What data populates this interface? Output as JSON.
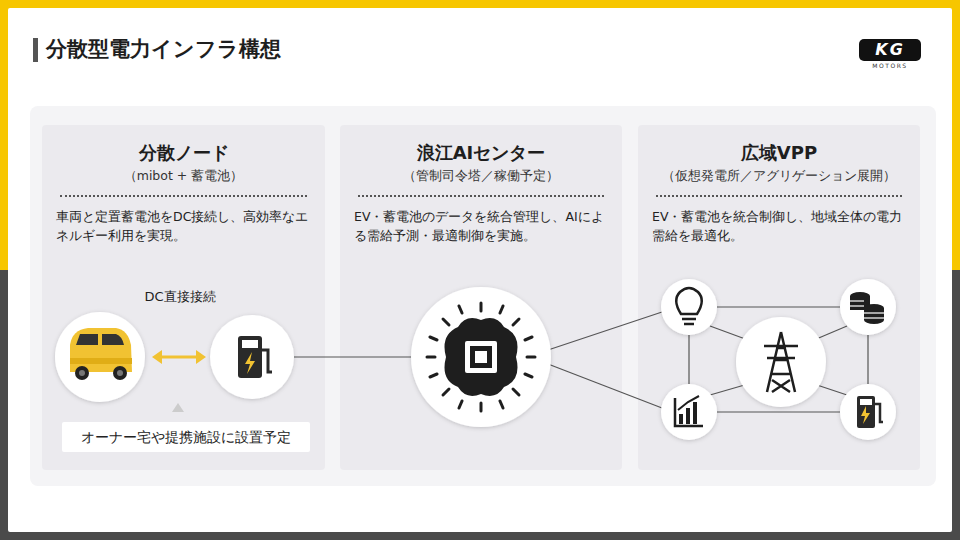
{
  "diagram": {
    "title": "分散型電力インフラ構想",
    "nodes": [
      {
        "text": [
          "分散ノード",
          "（mibot + 蓄電池）",
          "車両と定置蓄電池をDC接続し、高効率なエネルギー利用を実現。"
        ]
      },
      {
        "text": [
          "オーナー宅や提携施設に設置予定"
        ],
        "in": 0
      },
      {
        "text": [
          "浪江AIセンター",
          "（管制司令塔／稼働予定）",
          "EV・蓄電池のデータを統合管理し、AIによる需給予測・最適制御を実施。"
        ]
      },
      {
        "text": [
          "広域VPP",
          "（仮想発電所／アグリゲーション展開）",
          "EV・蓄電池を統合制御し、地域全体の電力需給を最適化。"
        ]
      }
    ],
    "labels": [
      "DC直接接続",
      "KG",
      "MOTORS"
    ]
  }
}
